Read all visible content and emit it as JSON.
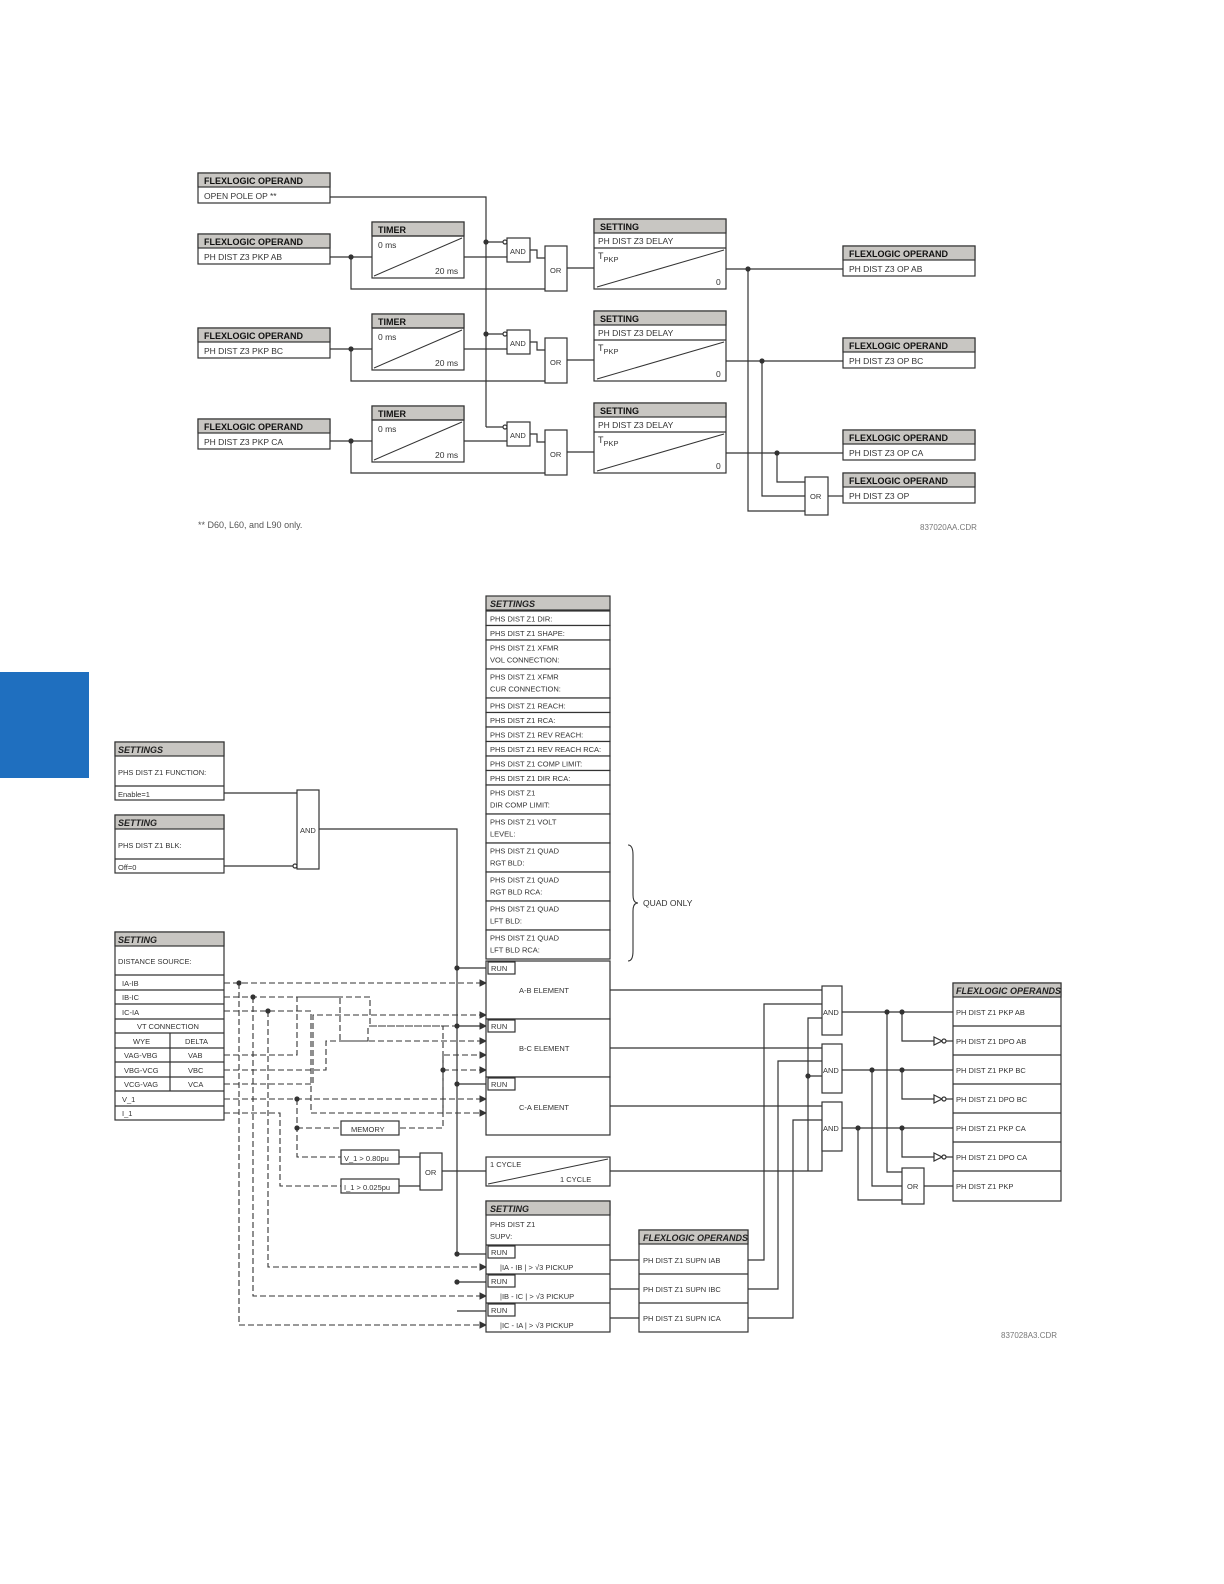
{
  "fig1": {
    "operand_header": "FLEXLOGIC OPERAND",
    "timer_header": "TIMER",
    "setting_header": "SETTING",
    "inputs": [
      "OPEN POLE OP **",
      "PH DIST Z3 PKP AB",
      "PH DIST Z3 PKP BC",
      "PH DIST Z3 PKP CA"
    ],
    "timer_pickup": "0 ms",
    "timer_dropout": "20 ms",
    "and_label": "AND",
    "or_label": "OR",
    "delay_setting": "PH DIST Z3 DELAY",
    "tpkp_t": "T",
    "tpkp_sub": "PKP",
    "delay_zero": "0",
    "outputs": [
      "PH DIST Z3 OP AB",
      "PH DIST Z3 OP BC",
      "PH DIST Z3 OP CA",
      "PH DIST Z3 OP"
    ],
    "footnote": "** D60, L60, and L90 only.",
    "code": "837020AA.CDR"
  },
  "fig2": {
    "settings_header": "SETTINGS",
    "setting_header": "SETTING",
    "settings_rows": [
      [
        "PHS DIST Z1 DIR:"
      ],
      [
        "PHS DIST Z1 SHAPE:"
      ],
      [
        "PHS DIST Z1 XFMR",
        "VOL CONNECTION:"
      ],
      [
        "PHS DIST Z1 XFMR",
        "CUR CONNECTION:"
      ],
      [
        "PHS DIST Z1 REACH:"
      ],
      [
        "PHS DIST Z1 RCA:"
      ],
      [
        "PHS DIST Z1 REV REACH:"
      ],
      [
        "PHS DIST Z1 REV REACH RCA:"
      ],
      [
        "PHS DIST Z1 COMP LIMIT:"
      ],
      [
        "PHS DIST Z1 DIR RCA:"
      ],
      [
        "PHS DIST Z1",
        "DIR COMP LIMIT:"
      ],
      [
        "PHS DIST Z1 VOLT",
        "LEVEL:"
      ],
      [
        "PHS DIST Z1 QUAD",
        "RGT BLD:"
      ],
      [
        "PHS DIST Z1 QUAD",
        "RGT BLD RCA:"
      ],
      [
        "PHS DIST Z1 QUAD",
        "LFT BLD:"
      ],
      [
        "PHS DIST Z1 QUAD",
        "LFT BLD RCA:"
      ]
    ],
    "quad_only": "QUAD ONLY",
    "function_label": "PHS DIST Z1 FUNCTION:",
    "function_value": "Enable=1",
    "blk_label": "PHS DIST Z1 BLK:",
    "blk_value": "Off=0",
    "and_label": "AND",
    "or_label": "OR",
    "source_label": "DISTANCE SOURCE:",
    "source_rows": [
      "IA-IB",
      "IB-IC",
      "IC-IA"
    ],
    "vt_connection": "VT CONNECTION",
    "vt_head": [
      "WYE",
      "DELTA"
    ],
    "vt_rows": [
      [
        "VAG-VBG",
        "VAB"
      ],
      [
        "VBG-VCG",
        "VBC"
      ],
      [
        "VCG-VAG",
        "VCA"
      ]
    ],
    "source_tail": [
      "V_1",
      "I_1"
    ],
    "run": "RUN",
    "elements": [
      "A-B ELEMENT",
      "B-C ELEMENT",
      "C-A ELEMENT"
    ],
    "memory": "MEMORY",
    "v1_cond": "V_1 > 0.80pu",
    "i1_cond": "I_1 > 0.025pu",
    "cycle_top": "1 CYCLE",
    "cycle_bottom": "1 CYCLE",
    "supv_setting": [
      "PHS DIST Z1",
      "SUPV:"
    ],
    "supv_conds": [
      "|IA - IB | >",
      "|IB - IC | >",
      "|IC - IA | >"
    ],
    "sqrt3": "√3",
    "pickup": "PICKUP",
    "operands_header": "FLEXLOGIC OPERANDS",
    "supn": [
      "PH DIST Z1 SUPN IAB",
      "PH DIST Z1 SUPN IBC",
      "PH DIST Z1 SUPN ICA"
    ],
    "outputs": [
      "PH DIST Z1 PKP AB",
      "PH DIST Z1 DPO AB",
      "PH DIST Z1 PKP BC",
      "PH DIST Z1 DPO BC",
      "PH DIST Z1 PKP CA",
      "PH DIST Z1 DPO CA",
      "PH DIST Z1 PKP"
    ],
    "code": "837028A3.CDR"
  },
  "colors": {
    "side_tab": "#1f6fbf",
    "header_fill": "#c8c6c2",
    "line": "#333333"
  }
}
